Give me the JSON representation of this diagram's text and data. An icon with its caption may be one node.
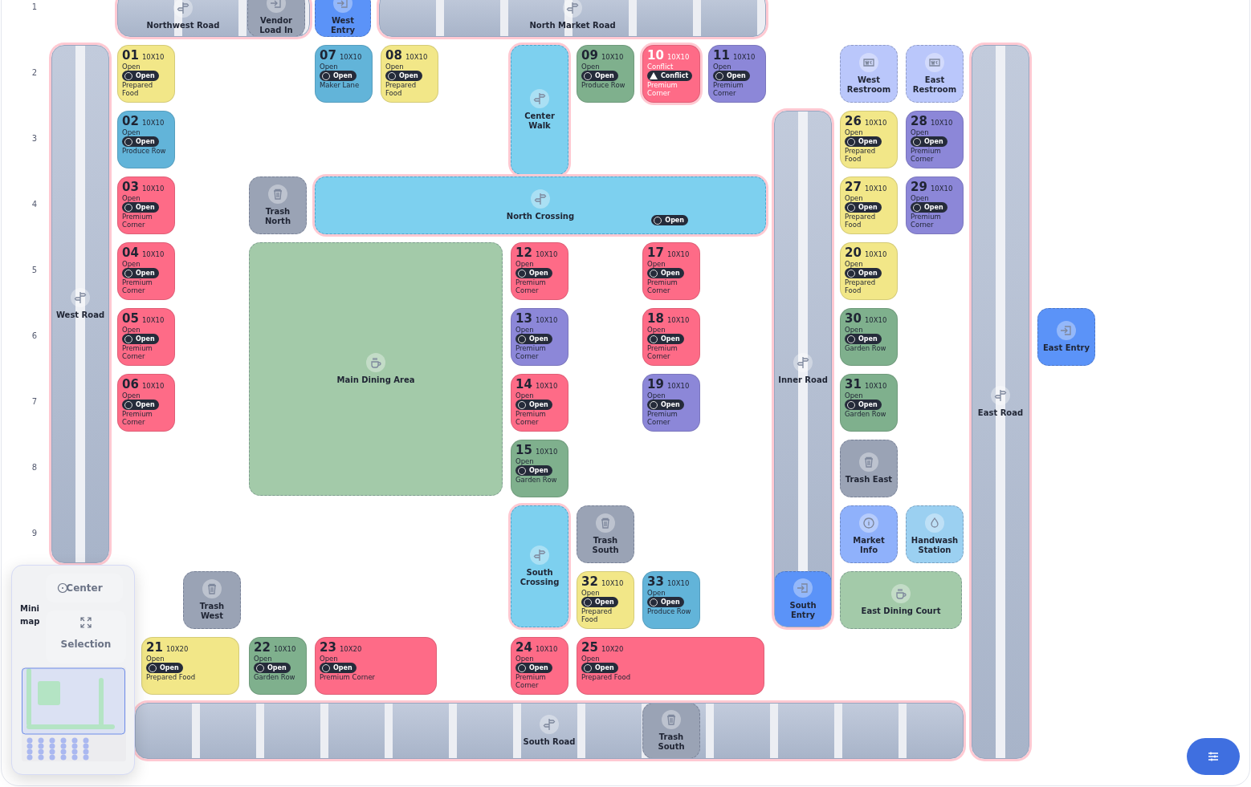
{
  "diagram": {
    "nodes": [
      {
        "text": [
          "Northwest Road"
        ]
      },
      {
        "text": [
          "Vendor Load In"
        ],
        "in": 0
      },
      {
        "text": [
          "West Entry"
        ]
      },
      {
        "text": [
          "North Market Road"
        ]
      },
      {
        "text": [
          "West Road"
        ]
      },
      {
        "text": [
          "01",
          "10X10",
          "Open",
          "Open",
          "Prepared Food"
        ]
      },
      {
        "text": [
          "07",
          "10X10",
          "Open",
          "Open",
          "Maker Lane"
        ]
      },
      {
        "text": [
          "08",
          "10X10",
          "Open",
          "Open",
          "Prepared Food"
        ]
      },
      {
        "text": [
          "Center Walk"
        ]
      },
      {
        "text": [
          "09",
          "10X10",
          "Open",
          "Open",
          "Produce Row"
        ]
      },
      {
        "text": [
          "10",
          "10X10",
          "Conflict",
          "Conflict",
          "Premium Corner"
        ]
      },
      {
        "text": [
          "11",
          "10X10",
          "Open",
          "Open",
          "Premium Corner"
        ]
      },
      {
        "text": [
          "West Restroom"
        ]
      },
      {
        "text": [
          "East Restroom"
        ]
      },
      {
        "text": [
          "East Road"
        ]
      },
      {
        "text": [
          "02",
          "10X10",
          "Open",
          "Open",
          "Produce Row"
        ]
      },
      {
        "text": [
          "Inner Road"
        ]
      },
      {
        "text": [
          "26",
          "10X10",
          "Open",
          "Open",
          "Prepared Food"
        ]
      },
      {
        "text": [
          "28",
          "10X10",
          "Open",
          "Open",
          "Premium Corner"
        ]
      },
      {
        "text": [
          "03",
          "10X10",
          "Open",
          "Open",
          "Premium Corner"
        ]
      },
      {
        "text": [
          "Trash North"
        ]
      },
      {
        "text": [
          "North Crossing",
          "Open"
        ]
      },
      {
        "text": [
          "27",
          "10X10",
          "Open",
          "Open",
          "Prepared Food"
        ]
      },
      {
        "text": [
          "29",
          "10X10",
          "Open",
          "Open",
          "Premium Corner"
        ]
      },
      {
        "text": [
          "04",
          "10X10",
          "Open",
          "Open",
          "Premium Corner"
        ]
      },
      {
        "text": [
          "Main Dining Area"
        ]
      },
      {
        "text": [
          "12",
          "10X10",
          "Open",
          "Open",
          "Premium Corner"
        ]
      },
      {
        "text": [
          "17",
          "10X10",
          "Open",
          "Open",
          "Premium Corner"
        ]
      },
      {
        "text": [
          "20",
          "10X10",
          "Open",
          "Open",
          "Prepared Food"
        ]
      },
      {
        "text": [
          "05",
          "10X10",
          "Open",
          "Open",
          "Premium Corner"
        ]
      },
      {
        "text": [
          "13",
          "10X10",
          "Open",
          "Open",
          "Premium Corner"
        ]
      },
      {
        "text": [
          "18",
          "10X10",
          "Open",
          "Open",
          "Premium Corner"
        ]
      },
      {
        "text": [
          "30",
          "10X10",
          "Open",
          "Open",
          "Garden Row"
        ]
      },
      {
        "text": [
          "East Entry"
        ]
      },
      {
        "text": [
          "06",
          "10X10",
          "Open",
          "Open",
          "Premium Corner"
        ]
      },
      {
        "text": [
          "14",
          "10X10",
          "Open",
          "Open",
          "Premium Corner"
        ]
      },
      {
        "text": [
          "19",
          "10X10",
          "Open",
          "Open",
          "Premium Corner"
        ]
      },
      {
        "text": [
          "31",
          "10X10",
          "Open",
          "Open",
          "Garden Row"
        ]
      },
      {
        "text": [
          "15",
          "10X10",
          "Open",
          "Open",
          "Garden Row"
        ]
      },
      {
        "text": [
          "Trash East"
        ]
      },
      {
        "text": [
          "South Crossing"
        ]
      },
      {
        "text": [
          "Trash South"
        ]
      },
      {
        "text": [
          "Market Info"
        ]
      },
      {
        "text": [
          "Handwash Station"
        ]
      },
      {
        "text": [
          "Trash West"
        ]
      },
      {
        "text": [
          "32",
          "10X10",
          "Open",
          "Open",
          "Prepared Food"
        ]
      },
      {
        "text": [
          "33",
          "10X10",
          "Open",
          "Open",
          "Produce Row"
        ]
      },
      {
        "text": [
          "South Entry"
        ],
        "in": 16
      },
      {
        "text": [
          "East Dining Court"
        ]
      },
      {
        "text": [
          "21",
          "10X20",
          "Open",
          "Open",
          "Prepared Food"
        ]
      },
      {
        "text": [
          "22",
          "10X10",
          "Open",
          "Open",
          "Garden Row"
        ]
      },
      {
        "text": [
          "23",
          "10X20",
          "Open",
          "Open",
          "Premium Corner"
        ]
      },
      {
        "text": [
          "24",
          "10X10",
          "Open",
          "Open",
          "Premium Corner"
        ]
      },
      {
        "text": [
          "25",
          "10X20",
          "Open",
          "Open",
          "Prepared Food"
        ]
      },
      {
        "text": [
          "South Road"
        ]
      },
      {
        "text": [
          "Trash South"
        ],
        "in": 54
      }
    ],
    "labels": [
      "1",
      "2",
      "3",
      "4",
      "5",
      "6",
      "7",
      "8",
      "9",
      "Mini map",
      "Center",
      "Selection"
    ]
  }
}
